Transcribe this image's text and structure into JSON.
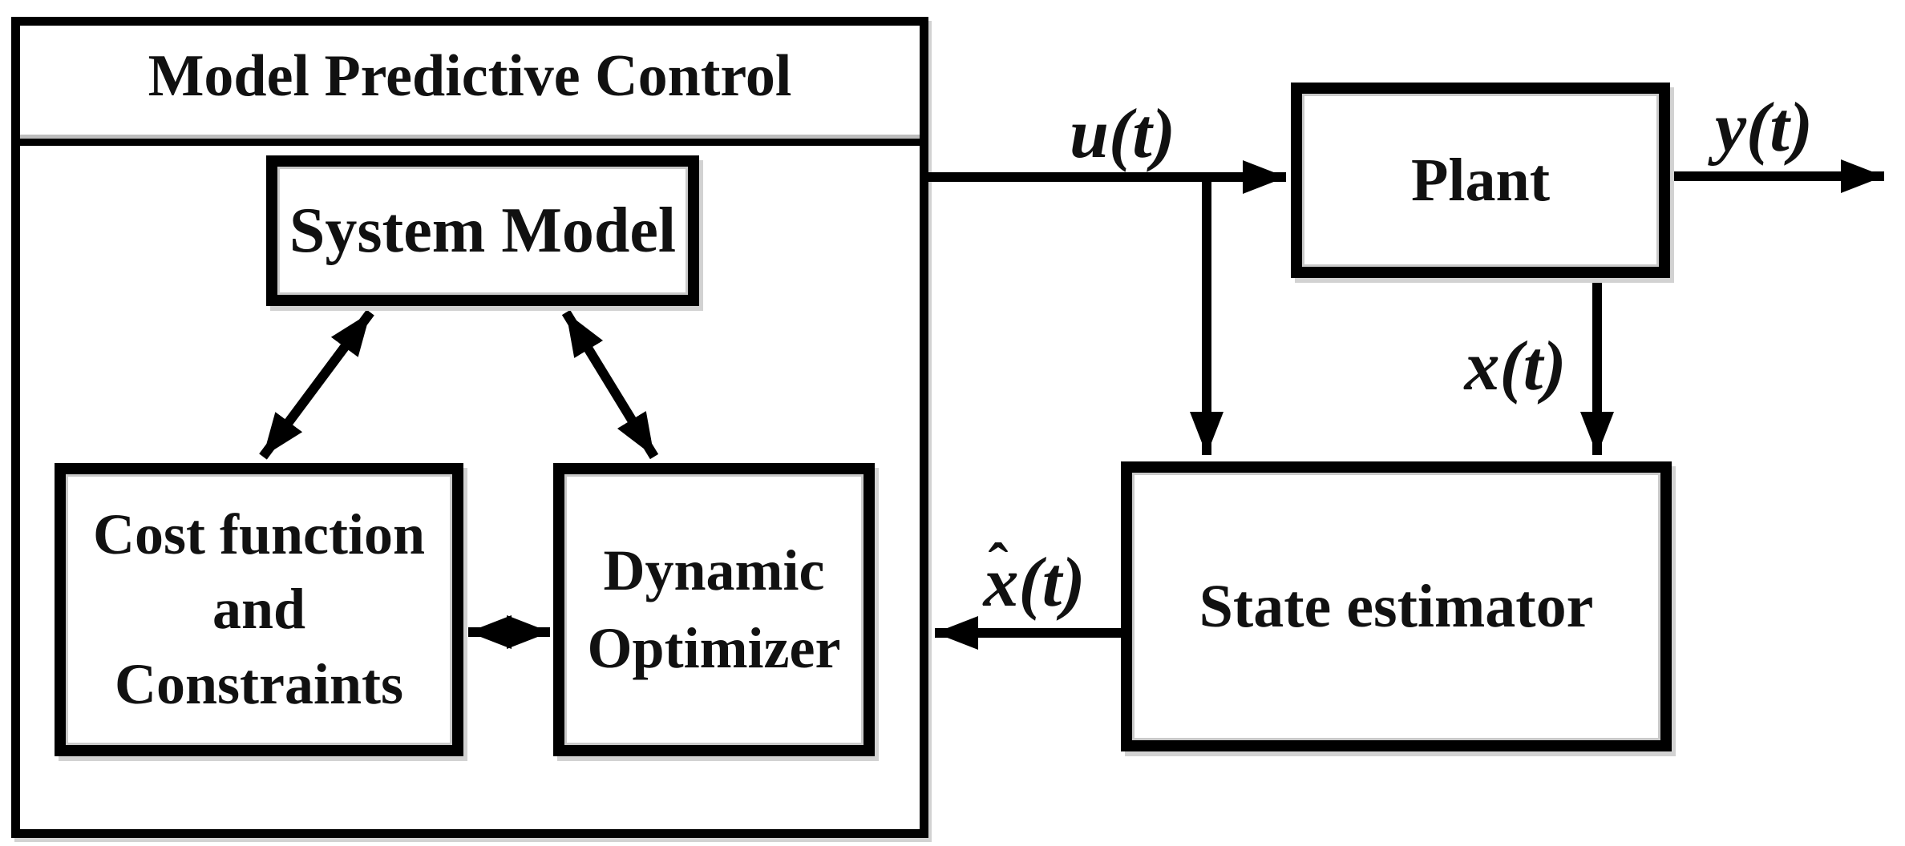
{
  "figure": {
    "type": "block-diagram",
    "title": "Model Predictive Control",
    "colors": {
      "line": "#000000",
      "box_border": "#000000",
      "text": "#111111",
      "background": "#ffffff",
      "divider_gray": "#bdbdbd"
    },
    "blocks": {
      "mpc": {
        "label": "Model Predictive Control"
      },
      "system_model": {
        "label": "System Model"
      },
      "cost_function": {
        "lines": [
          "Cost function",
          "and",
          "Constraints"
        ]
      },
      "dynamic_optimizer": {
        "lines": [
          "Dynamic",
          "Optimizer"
        ]
      },
      "plant": {
        "label": "Plant"
      },
      "state_estimator": {
        "label": "State estimator"
      }
    },
    "signals": {
      "u": "u(t)",
      "y": "y(t)",
      "x": "x(t)",
      "x_hat": {
        "hat": "ˆ",
        "base": "x",
        "rest": "(t)"
      }
    },
    "connections": [
      {
        "from": "mpc",
        "to": "plant",
        "label": "u(t)",
        "style": "arrow"
      },
      {
        "from": "u-line-branch",
        "to": "state_estimator",
        "label": "",
        "style": "arrow"
      },
      {
        "from": "plant",
        "to": "output",
        "label": "y(t)",
        "style": "arrow"
      },
      {
        "from": "plant",
        "to": "state_estimator",
        "label": "x(t)",
        "style": "arrow"
      },
      {
        "from": "state_estimator",
        "to": "mpc",
        "label": "x̂(t)",
        "style": "arrow"
      },
      {
        "from": "system_model",
        "to": "cost_function",
        "label": "",
        "style": "double-arrow"
      },
      {
        "from": "system_model",
        "to": "dynamic_optimizer",
        "label": "",
        "style": "double-arrow"
      },
      {
        "from": "cost_function",
        "to": "dynamic_optimizer",
        "label": "",
        "style": "double-arrow"
      }
    ]
  }
}
